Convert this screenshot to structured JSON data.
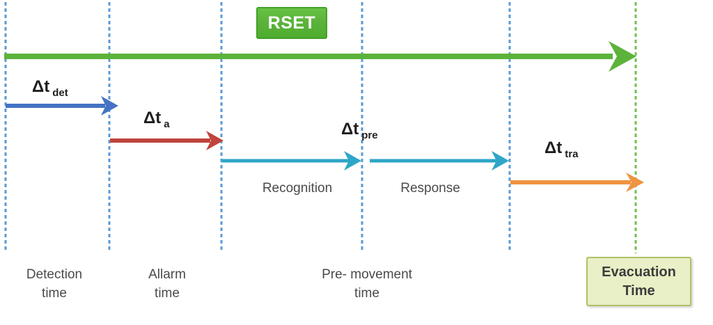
{
  "title": "RSET evacuation timeline diagram",
  "colors": {
    "green": "#5cb33b",
    "green_dark": "#45a02a",
    "blue": "#4472c4",
    "red": "#c0443c",
    "teal": "#2fa6c7",
    "orange": "#ef9340",
    "dashed_blue": "#5b9bd5",
    "dashed_green": "#72c24f",
    "box_fill": "#e9efc6",
    "box_border": "#adc165",
    "label_text": "#4a4a4a",
    "delta_text": "#1f1f1f"
  },
  "rset": {
    "label": "RSET"
  },
  "deltas": {
    "det": {
      "main": "Δt",
      "sub": "det"
    },
    "a": {
      "main": "Δt",
      "sub": "a"
    },
    "pre": {
      "main": "Δt",
      "sub": "pre"
    },
    "tra": {
      "main": "Δt",
      "sub": "tra"
    }
  },
  "phase_labels": {
    "recognition": "Recognition",
    "response": "Response"
  },
  "axis_labels": {
    "detection": {
      "line1": "Detection",
      "line2": "time"
    },
    "alarm": {
      "line1": "Allarm",
      "line2": "time"
    },
    "premovement": {
      "line1": "Pre- movement",
      "line2": "time"
    },
    "evacuation": {
      "line1": "Evacuation",
      "line2": "Time"
    }
  }
}
